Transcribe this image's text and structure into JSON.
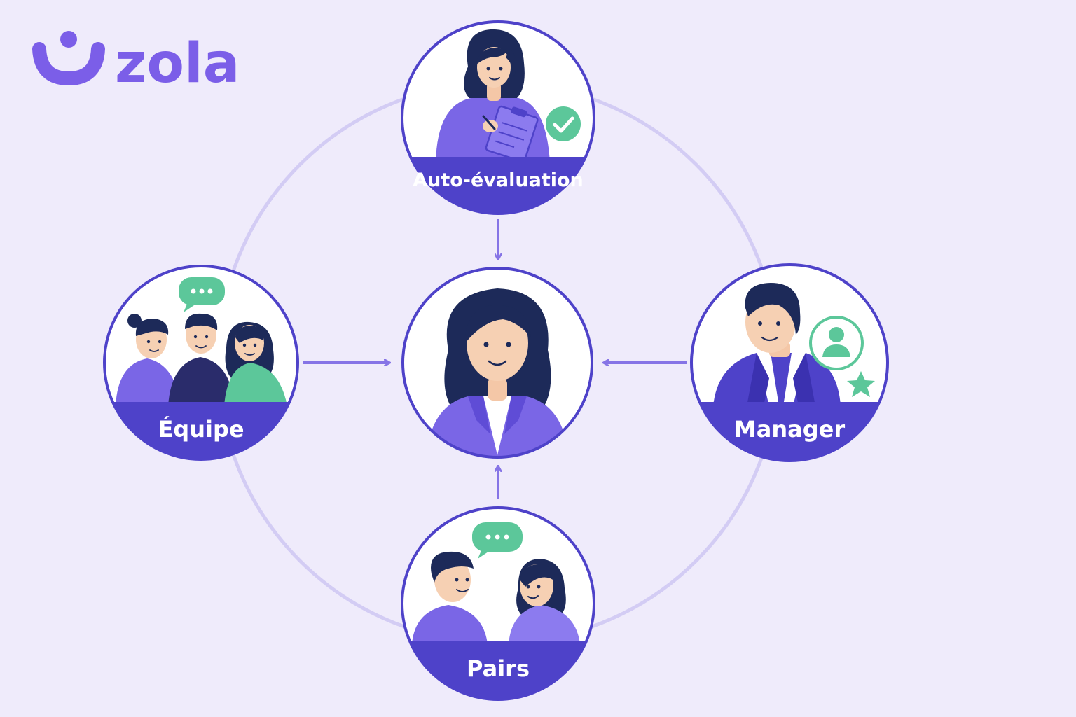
{
  "brand": {
    "name": "zola",
    "color": "#7b5ee8"
  },
  "colors": {
    "background": "#efebfb",
    "primary": "#4e42c9",
    "accent_green": "#5cc79a",
    "ring": "#d3ccf4",
    "arrow": "#8674e6",
    "shirt_purple": "#7a66e6",
    "hair_navy": "#1d2a59"
  },
  "nodes": {
    "top": {
      "label": "Auto-évaluation",
      "icon": "check-badge-icon"
    },
    "left": {
      "label": "Équipe",
      "icon": "chat-bubble-icon"
    },
    "right": {
      "label": "Manager",
      "icon": "user-badge-icon"
    },
    "bottom": {
      "label": "Pairs",
      "icon": "chat-bubble-icon"
    },
    "center": {
      "icon": "woman-portrait"
    }
  }
}
